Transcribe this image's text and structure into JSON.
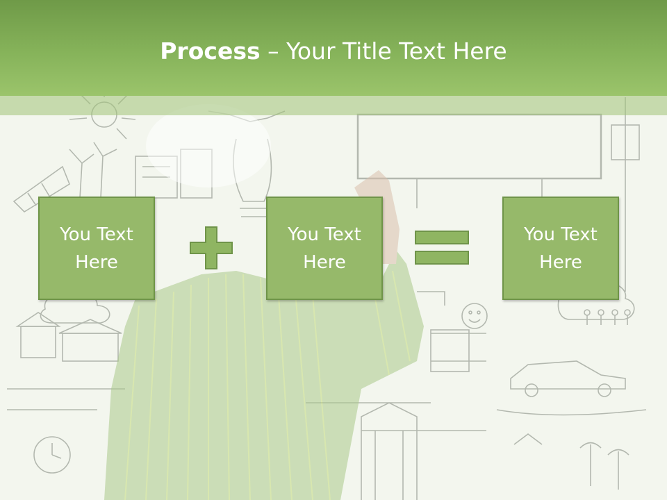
{
  "slide": {
    "title_bold": "Process",
    "title_rest": " – Your Title Text Here",
    "boxes": [
      {
        "text": "You Text\nHere"
      },
      {
        "text": "You Text\nHere"
      },
      {
        "text": "You Text\nHere"
      }
    ],
    "operators": [
      "plus-icon",
      "equals-icon"
    ]
  },
  "colors": {
    "title_bar": "#86b35a",
    "box_fill": "#96b96a",
    "box_border": "#6f9449",
    "operator_fill": "#8fb562",
    "text": "#ffffff"
  }
}
